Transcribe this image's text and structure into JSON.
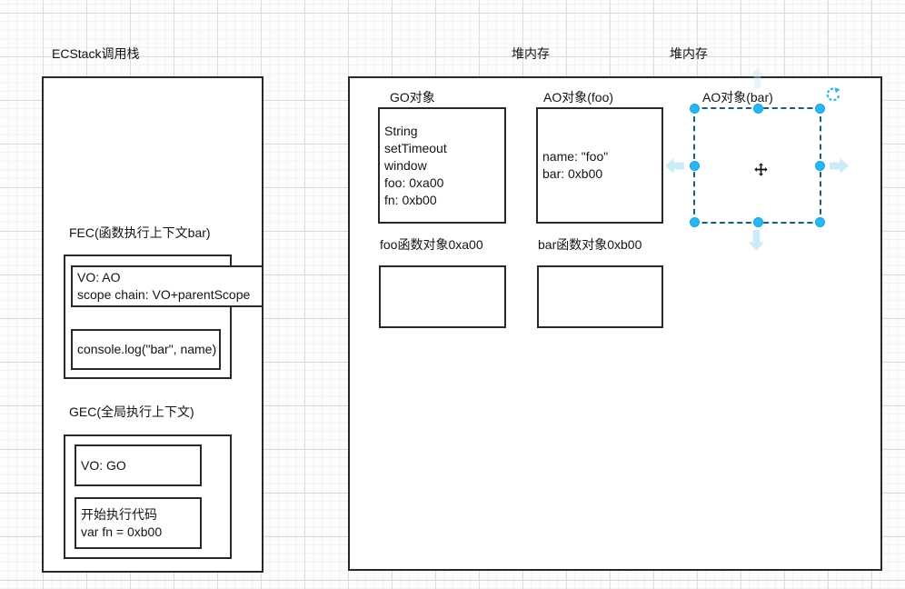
{
  "app": {
    "kind": "diagram-canvas",
    "colors": {
      "shape_border": "#282828",
      "selection_border": "#16607a",
      "handle": "#29b6f2",
      "direction_arrow": "#c3e8f5",
      "grid_major": "#dcdcdc",
      "grid_minor": "#f2f2f2"
    },
    "icons": {
      "rotate": "rotate-icon",
      "move": "move-icon",
      "arrow_up": "arrow-up-icon",
      "arrow_down": "arrow-down-icon",
      "arrow_left": "arrow-left-icon",
      "arrow_right": "arrow-right-icon"
    }
  },
  "stack": {
    "title": "ECStack调用栈",
    "fec": {
      "label": "FEC(函数执行上下文bar)",
      "vo_box": {
        "lines": [
          "VO: AO",
          "scope chain: VO+parentScope"
        ]
      },
      "code_box": {
        "lines": [
          "console.log(\"bar\", name)"
        ]
      }
    },
    "gec": {
      "label": "GEC(全局执行上下文)",
      "vo_box": {
        "lines": [
          "VO: GO"
        ]
      },
      "code_box": {
        "lines": [
          "开始执行代码",
          "var fn = 0xb00"
        ]
      }
    }
  },
  "heap": {
    "title_left": "堆内存",
    "title_right": "堆内存",
    "go_object": {
      "label": "GO对象",
      "lines": [
        "String",
        "setTimeout",
        "window",
        "foo: 0xa00",
        "fn: 0xb00"
      ]
    },
    "ao_foo": {
      "label": "AO对象(foo)",
      "lines": [
        "name: \"foo\"",
        "bar: 0xb00"
      ]
    },
    "ao_bar": {
      "label": "AO对象(bar)",
      "selected": "true"
    },
    "foo_fn": {
      "label": "foo函数对象0xa00"
    },
    "bar_fn": {
      "label": "bar函数对象0xb00"
    }
  }
}
